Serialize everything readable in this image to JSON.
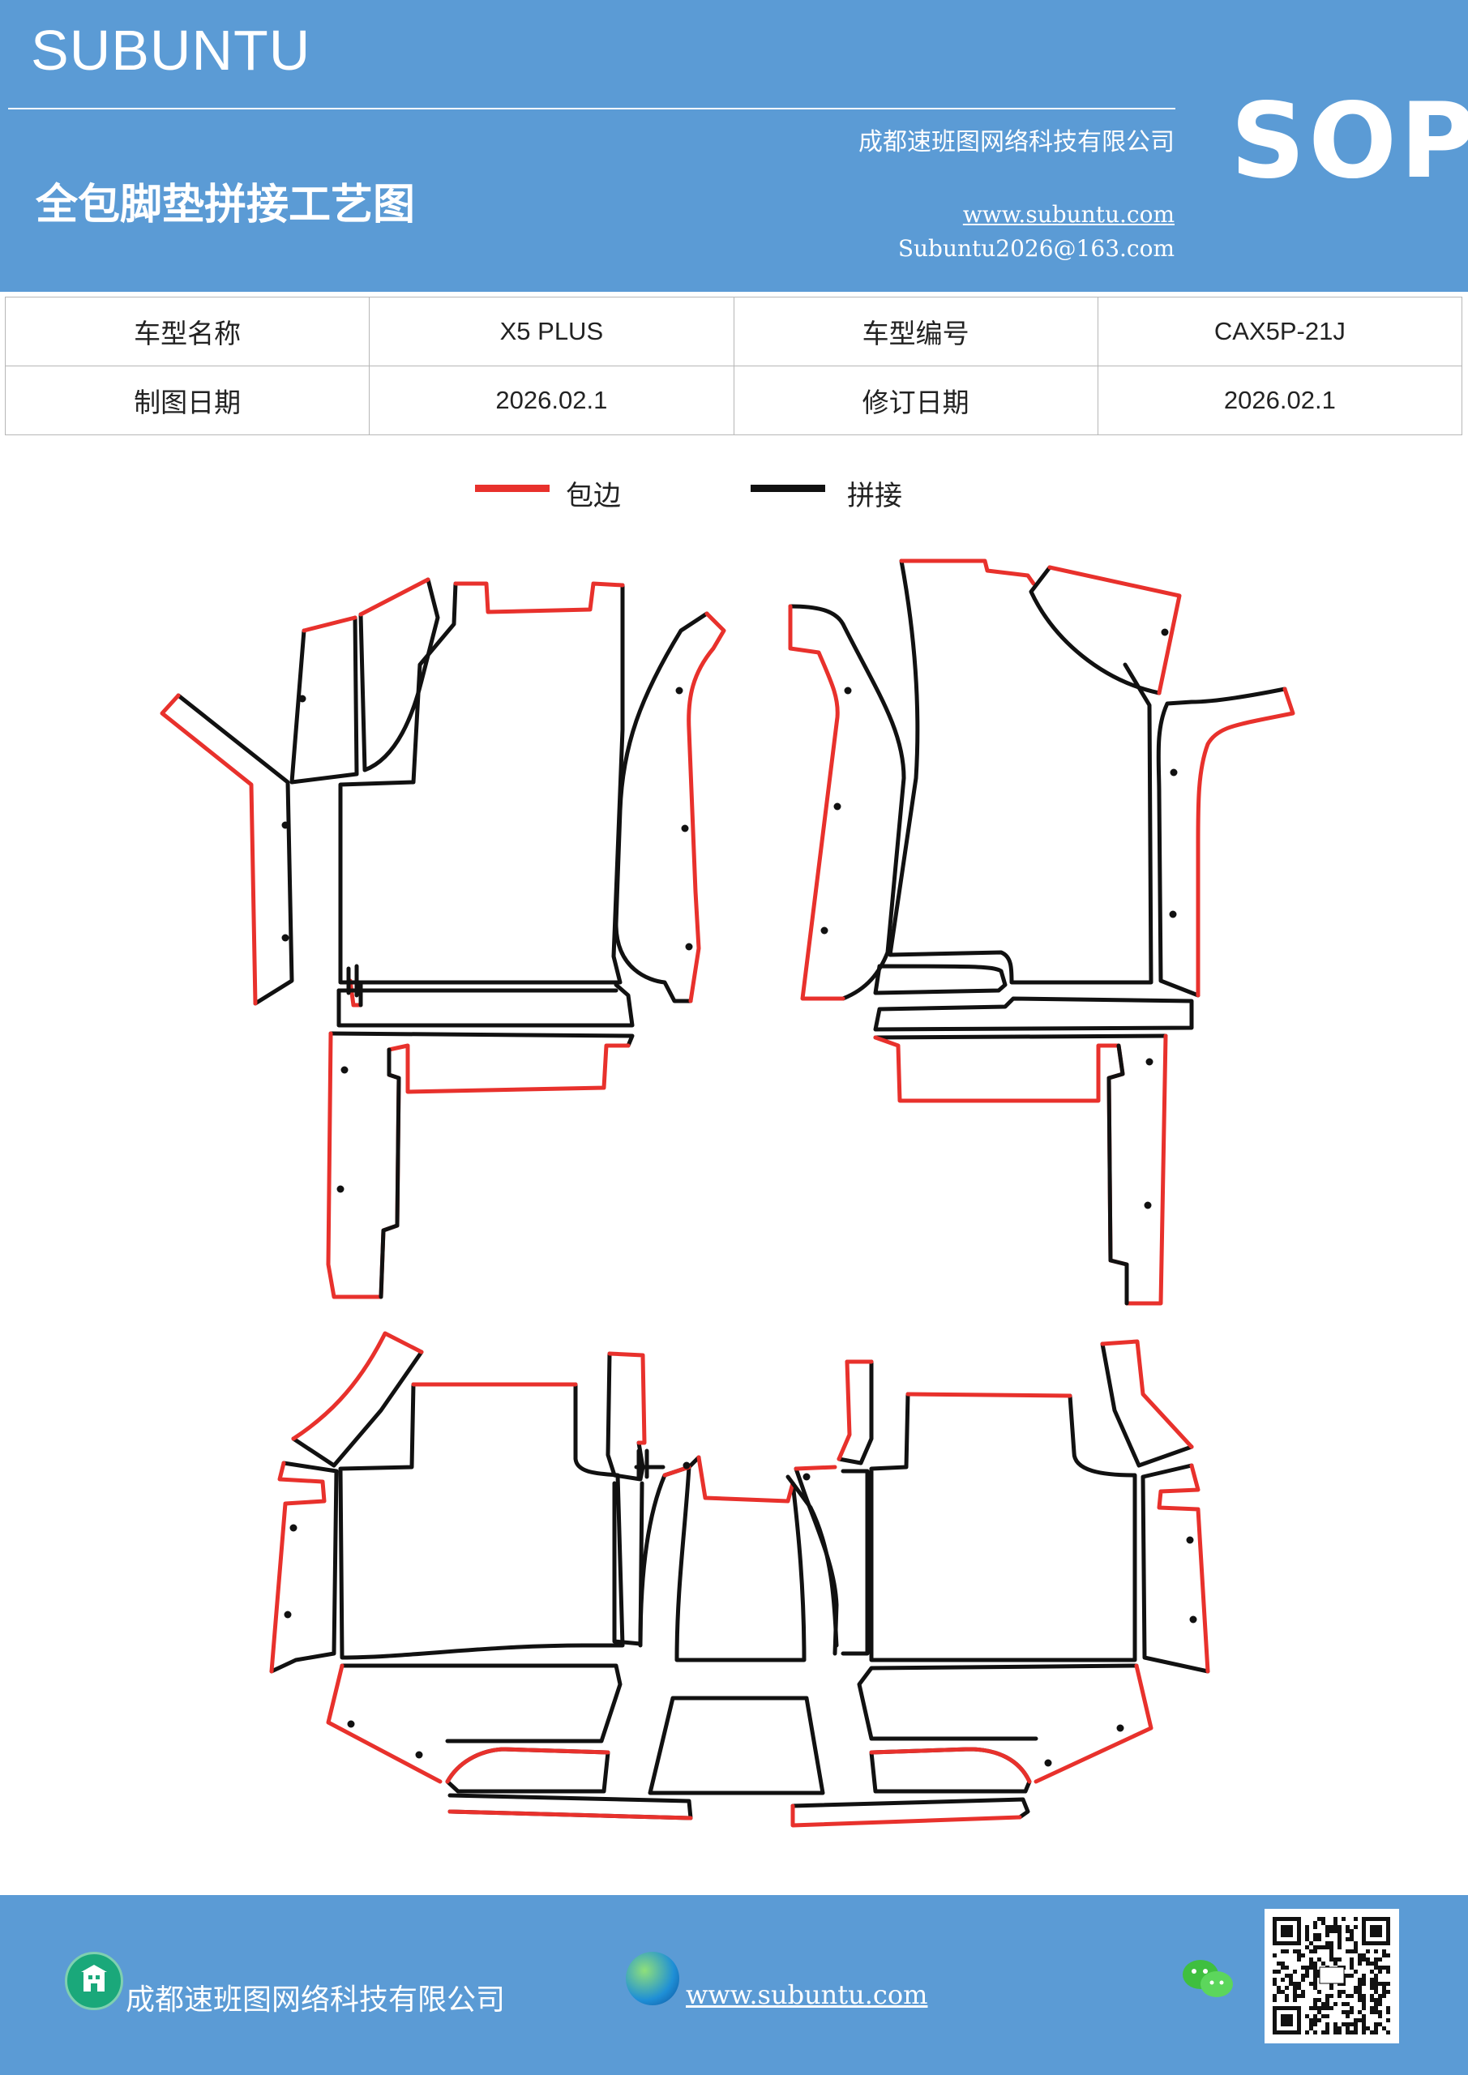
{
  "header": {
    "brand": "SUBUNTU",
    "company": "成都速班图网络科技有限公司",
    "title": "全包脚垫拼接工艺图",
    "website": "www.subuntu.com",
    "email": "Subuntu2026@163.com",
    "badge": "SOP"
  },
  "info": {
    "row1": {
      "label1": "车型名称",
      "value1": "X5  PLUS",
      "label2": "车型编号",
      "value2": "CAX5P-21J"
    },
    "row2": {
      "label1": "制图日期",
      "value1": "2026.02.1",
      "label2": "修订日期",
      "value2": "2026.02.1"
    }
  },
  "legend": {
    "hem_label": "包边",
    "hem_color": "#e8312c",
    "seam_label": "拼接",
    "seam_color": "#111111"
  },
  "footer": {
    "company": "成都速班图网络科技有限公司",
    "website": "www.subuntu.com",
    "icons": [
      "building-icon",
      "globe-icon",
      "wechat-icon",
      "qr-code"
    ]
  }
}
